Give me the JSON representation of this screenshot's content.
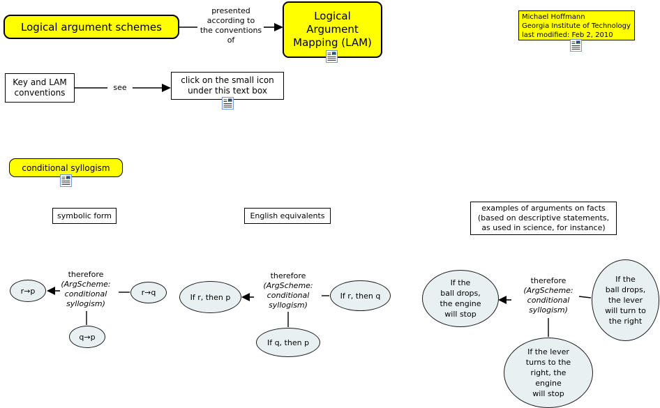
{
  "nodes": {
    "schemes": "Logical argument schemes",
    "lam": "Logical\nArgument\nMapping (LAM)",
    "author": "Michael Hoffmann\nGeorgia Institute of Technology\nlast modified: Feb 2, 2010",
    "key": "Key and LAM\nconventions",
    "click": "click on the small icon\nunder this text box",
    "syllogism": "conditional syllogism"
  },
  "links": {
    "presented": "presented\naccording to\nthe conventions\nof",
    "see": "see",
    "therefore": "therefore",
    "argscheme": "(ArgScheme:\nconditional\nsyllogism)"
  },
  "headers": {
    "symbolic": "symbolic form",
    "english": "English equivalents",
    "examples": "examples of arguments on facts\n(based on descriptive statements,\nas used in science, for instance)"
  },
  "symbolic": {
    "conclusion": "r→p",
    "premise_right": "r→q",
    "premise_bottom": "q→p"
  },
  "english": {
    "conclusion": "If r, then p",
    "premise_right": "If r, then q",
    "premise_bottom": "If q, then p"
  },
  "examples": {
    "conclusion": "If the\nball drops,\nthe engine\nwill stop",
    "premise_right": "If the\nball drops,\nthe lever\nwill turn to\nthe right",
    "premise_bottom": "If the lever\nturns to the\nright, the\nengine\nwill stop"
  },
  "colors": {
    "node_yellow": "#ffff00",
    "ellipse_fill": "#e8f0f1",
    "line": "#000000"
  }
}
